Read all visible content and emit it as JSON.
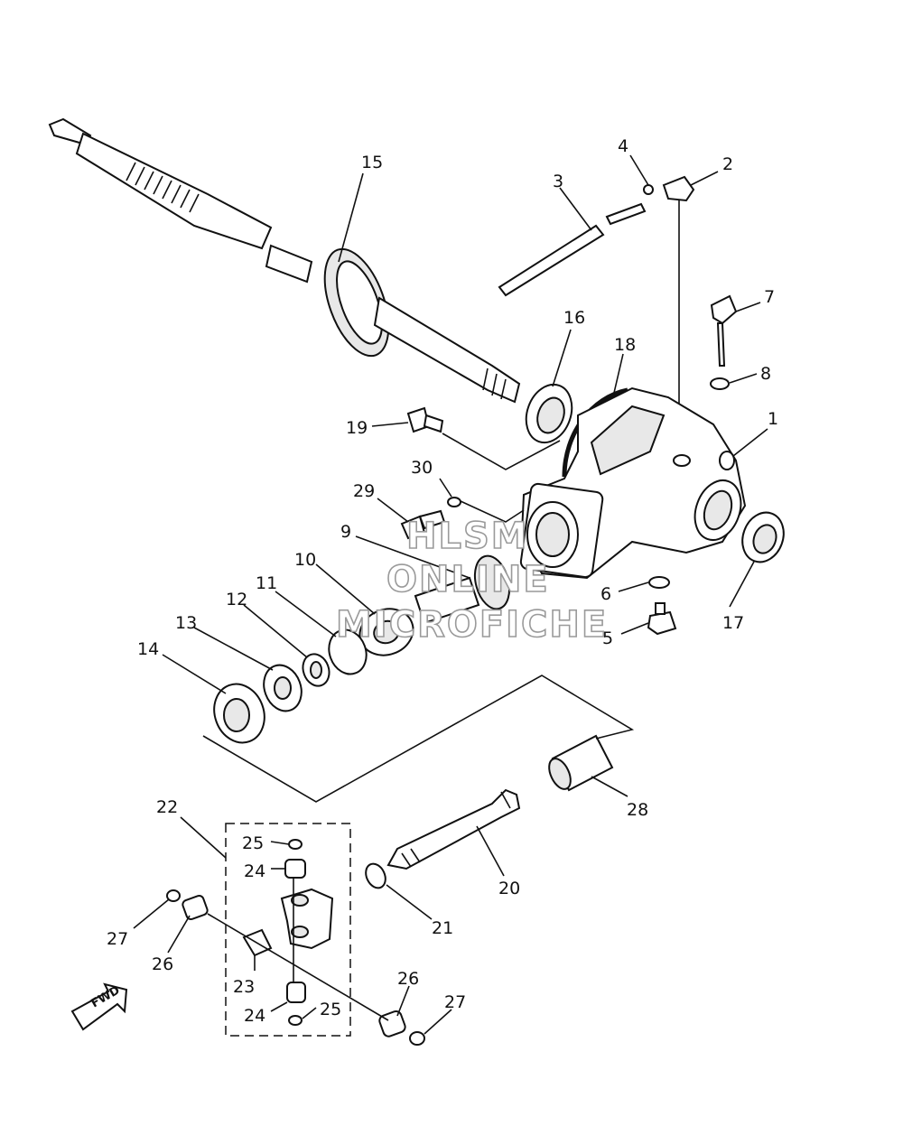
{
  "diagram": {
    "callouts": {
      "p1": "1",
      "p2": "2",
      "p3": "3",
      "p4": "4",
      "p5": "5",
      "p6": "6",
      "p7": "7",
      "p8": "8",
      "p9": "9",
      "p10": "10",
      "p11": "11",
      "p12": "12",
      "p13": "13",
      "p14": "14",
      "p15": "15",
      "p16": "16",
      "p17": "17",
      "p18": "18",
      "p19": "19",
      "p20": "20",
      "p21": "21",
      "p22": "22",
      "p23": "23",
      "p24a": "24",
      "p24b": "24",
      "p25a": "25",
      "p25b": "25",
      "p26a": "26",
      "p26b": "26",
      "p27a": "27",
      "p27b": "27",
      "p28": "28",
      "p29": "29",
      "p30": "30"
    },
    "watermark": [
      "HLSM",
      "ONLINE",
      "MICROFICHE"
    ],
    "fwd_arrow": "FWD"
  }
}
